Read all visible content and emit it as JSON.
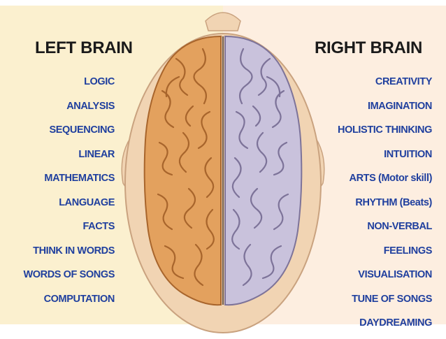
{
  "left": {
    "heading": "LEFT BRAIN",
    "items": [
      "LOGIC",
      "ANALYSIS",
      "SEQUENCING",
      "LINEAR",
      "MATHEMATICS",
      "LANGUAGE",
      "FACTS",
      "THINK IN WORDS",
      "WORDS OF SONGS",
      "COMPUTATION"
    ]
  },
  "right": {
    "heading": "RIGHT BRAIN",
    "items": [
      "CREATIVITY",
      "IMAGINATION",
      "HOLISTIC THINKING",
      "INTUITION",
      "ARTS (Motor skill)",
      "RHYTHM (Beats)",
      "NON-VERBAL",
      "FEELINGS",
      "VISUALISATION",
      "TUNE OF SONGS",
      "DAYDREAMING"
    ]
  },
  "colors": {
    "background": "#fbf0cf",
    "label_text": "#1f3f9e",
    "heading_text": "#1a1a1a",
    "left_hemisphere": "#e3a15e",
    "right_hemisphere": "#c9c2dc",
    "head": "#f1d4b3"
  }
}
